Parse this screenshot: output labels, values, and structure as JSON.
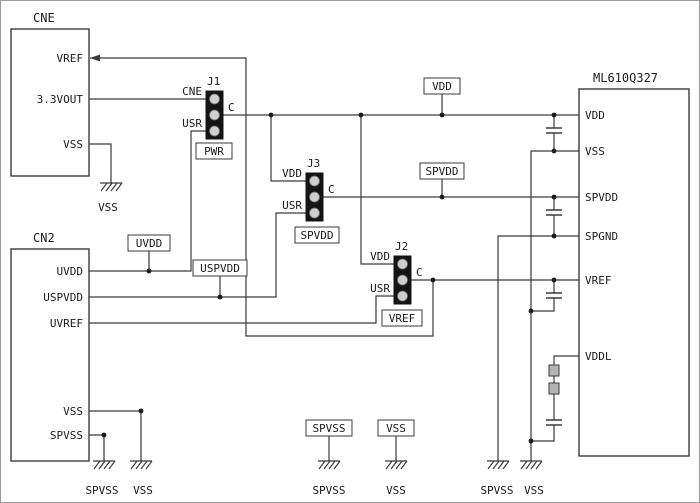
{
  "connectors": {
    "cne": {
      "title": "CNE",
      "pins": [
        "VREF",
        "3.3VOUT",
        "VSS"
      ]
    },
    "cn2": {
      "title": "CN2",
      "pins": [
        "UVDD",
        "USPVDD",
        "UVREF",
        "VSS",
        "SPVSS"
      ]
    },
    "mcu": {
      "title": "ML610Q327",
      "pins": [
        "VDD",
        "VSS",
        "SPVDD",
        "SPGND",
        "VREF",
        "VDDL"
      ]
    }
  },
  "jumpers": {
    "j1": {
      "ref": "J1",
      "input_top": "CNE",
      "input_bottom": "USR",
      "common": "C",
      "caption": "PWR"
    },
    "j3": {
      "ref": "J3",
      "input_top": "VDD",
      "input_bottom": "USR",
      "common": "C",
      "caption": "SPVDD"
    },
    "j2": {
      "ref": "J2",
      "input_top": "VDD",
      "input_bottom": "USR",
      "common": "C",
      "caption": "VREF"
    }
  },
  "net_labels": {
    "vdd": "VDD",
    "spvdd": "SPVDD",
    "uvdd": "UVDD",
    "uspvdd": "USPVDD",
    "spvss": "SPVSS",
    "vss": "VSS"
  },
  "ground_labels": {
    "cne_vss": "VSS",
    "cn2_spvss": "SPVSS",
    "cn2_vss": "VSS",
    "mid_spvss": "SPVSS",
    "mid_vss": "VSS",
    "right_spvss": "SPVSS",
    "right_vss": "VSS"
  },
  "colors": {
    "wire": "#3a3a3a",
    "jumper_body": "#141414",
    "jumper_pad": "#cfcfcf",
    "component_fill": "#b4b4b4",
    "background": "#ffffff"
  }
}
